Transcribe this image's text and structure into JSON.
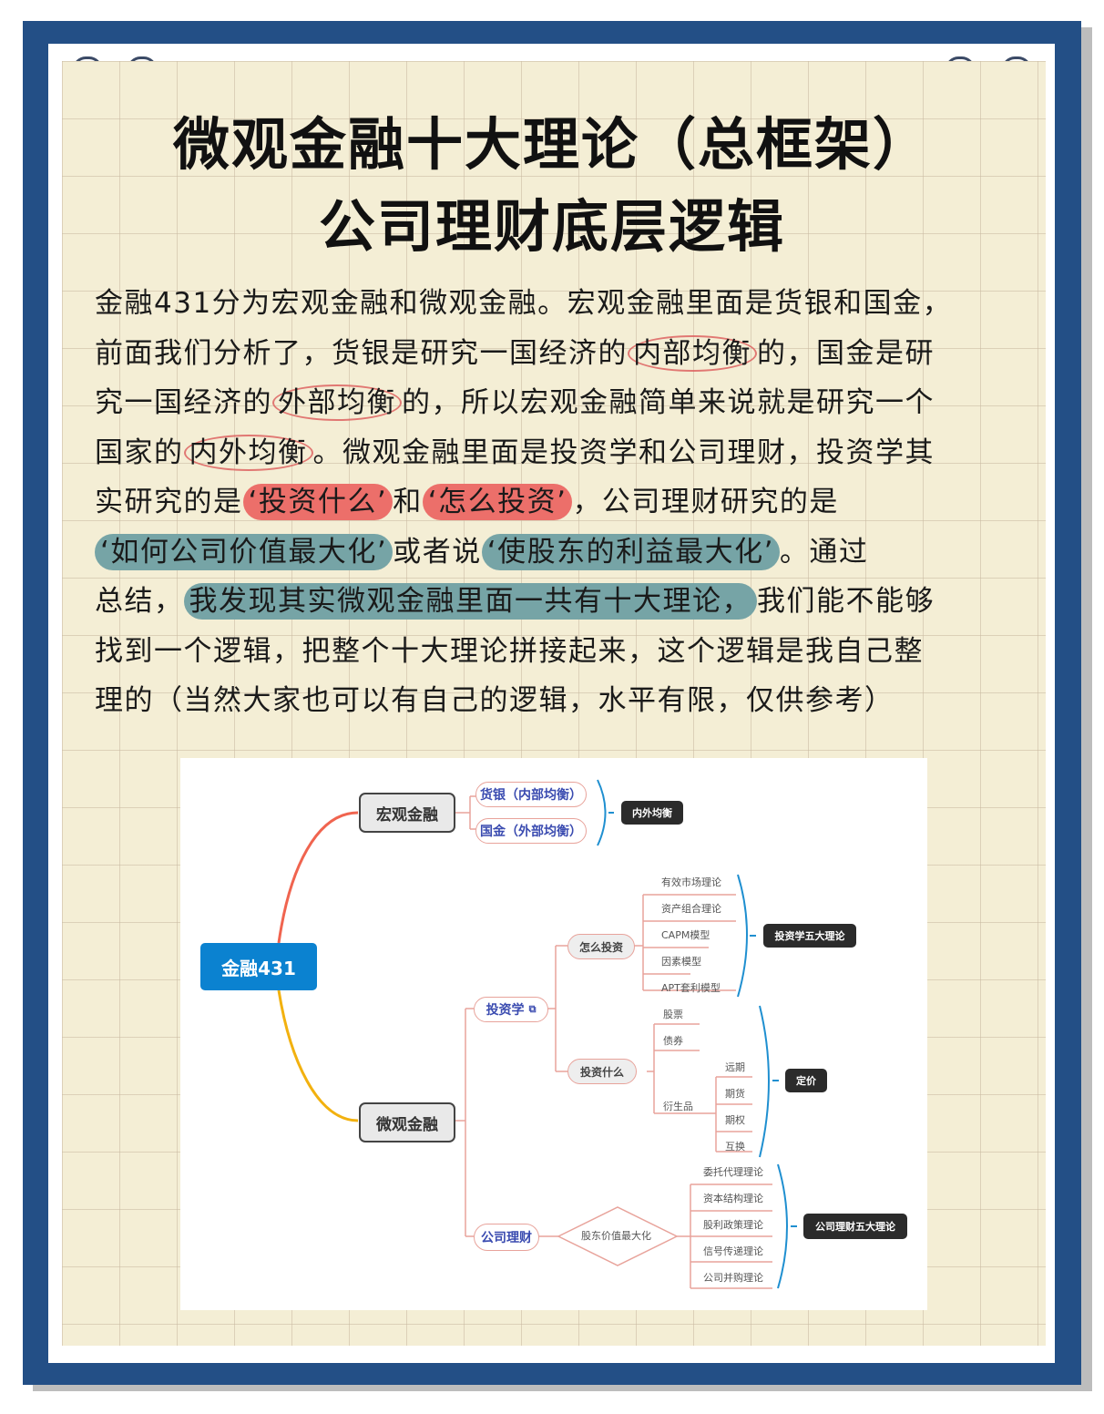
{
  "title": {
    "line1": "微观金融十大理论（总框架）",
    "line2": "公司理财底层逻辑"
  },
  "body": {
    "l1": "金融431分为宏观金融和微观金融。宏观金融里面是货银和国金，",
    "l2_a": "前面我们分析了，货银是研究一国经济的",
    "l2_oval": "内部均衡",
    "l2_b": "的，国金是研",
    "l3_a": "究一国经济的",
    "l3_oval": "外部均衡",
    "l3_b": "的，所以宏观金融简单来说就是研究一个",
    "l4_a": "国家的",
    "l4_oval": "内外均衡",
    "l4_b": "。微观金融里面是投资学和公司理财，投资学其",
    "l5_a": "实研究的是",
    "l5_hl1": "‘投资什么’",
    "l5_b": "和",
    "l5_hl2": "‘怎么投资’",
    "l5_c": "，公司理财研究的是",
    "l6_hl1": "‘如何公司价值最大化’",
    "l6_a": "或者说",
    "l6_hl2": "‘使股东的利益最大化’",
    "l6_b": "。通过",
    "l7_a": "总结，",
    "l7_hl": "我发现其实微观金融里面一共有十大理论，",
    "l7_b": "我们能不能够",
    "l8": "找到一个逻辑，把整个十大理论拼接起来，这个逻辑是我自己整",
    "l9": "理的（当然大家也可以有自己的逻辑，水平有限，仅供参考）"
  },
  "colors": {
    "frame": "#234f86",
    "paper": "#f4eed5",
    "highlight_red": "#ec6f6a",
    "highlight_teal": "#76a4a6",
    "root_node": "#0b82d0",
    "bracket": "#1f8fd0"
  },
  "mindmap": {
    "root": "金融431",
    "macro": {
      "label": "宏观金融",
      "children": [
        "货银（内部均衡）",
        "国金（外部均衡）"
      ],
      "summary": "内外均衡"
    },
    "micro": {
      "label": "微观金融",
      "investment": {
        "label": "投资学",
        "how": {
          "label": "怎么投资",
          "children": [
            "有效市场理论",
            "资产组合理论",
            "CAPM模型",
            "因素模型",
            "APT套利模型"
          ],
          "summary": "投资学五大理论"
        },
        "what": {
          "label": "投资什么",
          "children": [
            "股票",
            "债券",
            "衍生品"
          ],
          "derivatives": [
            "远期",
            "期货",
            "期权",
            "互换"
          ],
          "summary": "定价"
        }
      },
      "corporate": {
        "label": "公司理财",
        "goal": "股东价值最大化",
        "children": [
          "委托代理理论",
          "资本结构理论",
          "股利政策理论",
          "信号传递理论",
          "公司并购理论"
        ],
        "summary": "公司理财五大理论"
      }
    }
  }
}
